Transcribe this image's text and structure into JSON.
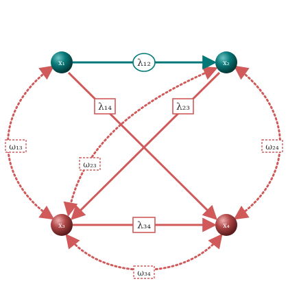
{
  "colors": {
    "teal": "#007878",
    "red": "#d05a5a",
    "node_red": "#a83a3a",
    "node_teal": "#006060",
    "text": "#333333",
    "node_text": "#ffffff"
  },
  "nodes": [
    {
      "id": "x1",
      "label": "x₁"
    },
    {
      "id": "x2",
      "label": "x₂"
    },
    {
      "id": "x3",
      "label": "x₃"
    },
    {
      "id": "x4",
      "label": "x₄"
    }
  ],
  "edges": [
    {
      "id": "l12",
      "from": "x1",
      "to": "x2",
      "label": "λ₁₂",
      "style": "solid"
    },
    {
      "id": "l14",
      "from": "x1",
      "to": "x4",
      "label": "λ₁₄",
      "style": "solid"
    },
    {
      "id": "l23",
      "from": "x2",
      "to": "x3",
      "label": "λ₂₃",
      "style": "solid"
    },
    {
      "id": "l34",
      "from": "x3",
      "to": "x4",
      "label": "λ₃₄",
      "style": "solid"
    },
    {
      "id": "w13",
      "from": "x1",
      "to": "x3",
      "label": "ω₁₃",
      "style": "dotted"
    },
    {
      "id": "w24",
      "from": "x2",
      "to": "x4",
      "label": "ω₂₄",
      "style": "dotted"
    },
    {
      "id": "w23",
      "from": "x2",
      "to": "x3",
      "label": "ω₂₃",
      "style": "dotted"
    },
    {
      "id": "w34",
      "from": "x3",
      "to": "x4",
      "label": "ω₃₄",
      "style": "dotted"
    }
  ]
}
